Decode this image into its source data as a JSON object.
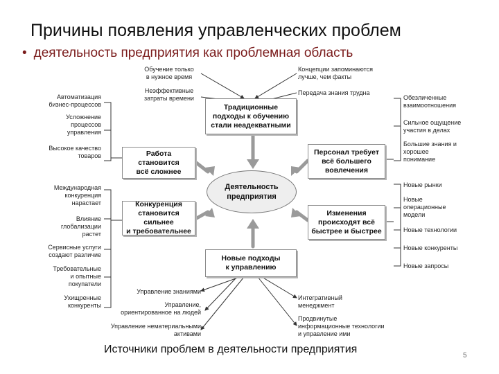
{
  "title": "Причины появления управленческих проблем",
  "bullet": "деятельность предприятия как проблемная область",
  "caption": "Источники проблем в деятельности предприятия",
  "page_number": "5",
  "center": [
    "Деятельность",
    "предприятия"
  ],
  "boxes": {
    "traditional": [
      "Традиционные",
      "подходы к обучению",
      "стали неадекватными"
    ],
    "work": [
      "Работа становится",
      "всё сложнее"
    ],
    "competition": [
      "Конкуренция",
      "становится сильнее",
      "и требовательнее"
    ],
    "new_approaches": [
      "Новые подходы",
      "к управлению"
    ],
    "changes": [
      "Изменения",
      "происходят всё",
      "быстрее и быстрее"
    ],
    "personnel": [
      "Персонал требует",
      "всё большего",
      "вовлечения"
    ]
  },
  "labels": {
    "top_left_1": [
      "Обучение только",
      "в нужное время"
    ],
    "top_left_2": [
      "Неэффективные",
      "затраты времени"
    ],
    "top_right_1": [
      "Концепции запоминаются",
      "лучше, чем факты"
    ],
    "top_right_2": [
      "Передача знания трудна"
    ],
    "left_work_1": [
      "Автоматизация",
      "бизнес-процессов"
    ],
    "left_work_2": [
      "Усложнение",
      "процессов",
      "управления"
    ],
    "left_work_3": [
      "Высокое качество",
      "товаров"
    ],
    "left_comp_1": [
      "Международная",
      "конкуренция",
      "нарастает"
    ],
    "left_comp_2": [
      "Влияние",
      "глобализации",
      "растет"
    ],
    "left_comp_3": [
      "Сервисные услуги",
      "создают различие"
    ],
    "left_comp_4": [
      "Требовательные",
      "и опытные",
      "покупатели"
    ],
    "left_comp_5": [
      "Ухищренные",
      "конкуренты"
    ],
    "right_pers_1": [
      "Обезличенные",
      "взаимоотношения"
    ],
    "right_pers_2": [
      "Сильное ощущение",
      "участия в делах"
    ],
    "right_pers_3": [
      "Большие знания и",
      "хорошее",
      "понимание"
    ],
    "right_chg_1": [
      "Новые рынки"
    ],
    "right_chg_2": [
      "Новые",
      "операционные",
      "модели"
    ],
    "right_chg_3": [
      "Новые технологии"
    ],
    "right_chg_4": [
      "Новые конкуренты"
    ],
    "right_chg_5": [
      "Новые запросы"
    ],
    "bottom_left_1": [
      "Управление знаниями"
    ],
    "bottom_left_2": [
      "Управление,",
      "ориентированное на людей"
    ],
    "bottom_left_3": [
      "Управление нематериальными",
      "активами"
    ],
    "bottom_right_1": [
      "Интегративный",
      "менеджмент"
    ],
    "bottom_right_2": [
      "Продвинутые",
      "информационные технологии",
      "и управление ими"
    ]
  }
}
